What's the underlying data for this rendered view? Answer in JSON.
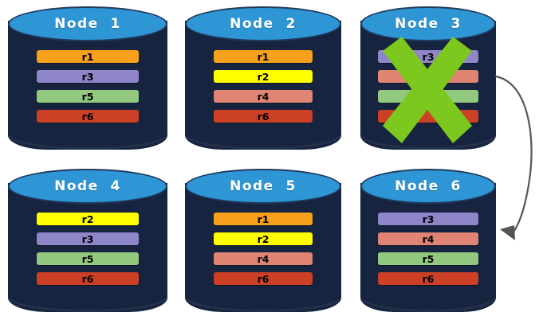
{
  "diagram": {
    "type": "distributed-replica-placement",
    "colors": {
      "cylinder_body": "#16243f",
      "cylinder_top": "#2e96d4",
      "x_mark": "#7dc81e",
      "arrow": "#555555",
      "background": "#ffffff",
      "r1": "#f6a01b",
      "r2": "#ffff00",
      "r3": "#8f85c9",
      "r4": "#e08574",
      "r5": "#93c97f",
      "r6": "#cc4125"
    },
    "nodes": [
      {
        "id": "node-1",
        "title": "Node  1",
        "failed": false,
        "replicas": [
          {
            "label": "r1",
            "color": "#f6a01b"
          },
          {
            "label": "r3",
            "color": "#8f85c9"
          },
          {
            "label": "r5",
            "color": "#93c97f"
          },
          {
            "label": "r6",
            "color": "#cc4125"
          }
        ]
      },
      {
        "id": "node-2",
        "title": "Node  2",
        "failed": false,
        "replicas": [
          {
            "label": "r1",
            "color": "#f6a01b"
          },
          {
            "label": "r2",
            "color": "#ffff00"
          },
          {
            "label": "r4",
            "color": "#e08574"
          },
          {
            "label": "r6",
            "color": "#cc4125"
          }
        ]
      },
      {
        "id": "node-3",
        "title": "Node  3",
        "failed": true,
        "replicas": [
          {
            "label": "r3",
            "color": "#8f85c9"
          },
          {
            "label": "r4",
            "color": "#e08574"
          },
          {
            "label": "r5",
            "color": "#93c97f"
          },
          {
            "label": "r6",
            "color": "#cc4125"
          }
        ]
      },
      {
        "id": "node-4",
        "title": "Node  4",
        "failed": false,
        "replicas": [
          {
            "label": "r2",
            "color": "#ffff00"
          },
          {
            "label": "r3",
            "color": "#8f85c9"
          },
          {
            "label": "r5",
            "color": "#93c97f"
          },
          {
            "label": "r6",
            "color": "#cc4125"
          }
        ]
      },
      {
        "id": "node-5",
        "title": "Node  5",
        "failed": false,
        "replicas": [
          {
            "label": "r1",
            "color": "#f6a01b"
          },
          {
            "label": "r2",
            "color": "#ffff00"
          },
          {
            "label": "r4",
            "color": "#e08574"
          },
          {
            "label": "r6",
            "color": "#cc4125"
          }
        ]
      },
      {
        "id": "node-6",
        "title": "Node  6",
        "failed": false,
        "replicas": [
          {
            "label": "r3",
            "color": "#8f85c9"
          },
          {
            "label": "r4",
            "color": "#e08574"
          },
          {
            "label": "r5",
            "color": "#93c97f"
          },
          {
            "label": "r6",
            "color": "#cc4125"
          }
        ]
      }
    ],
    "annotations": {
      "failure_marker": "x-mark",
      "migration_arrow": "curved-arrow-node3-to-node6"
    }
  }
}
